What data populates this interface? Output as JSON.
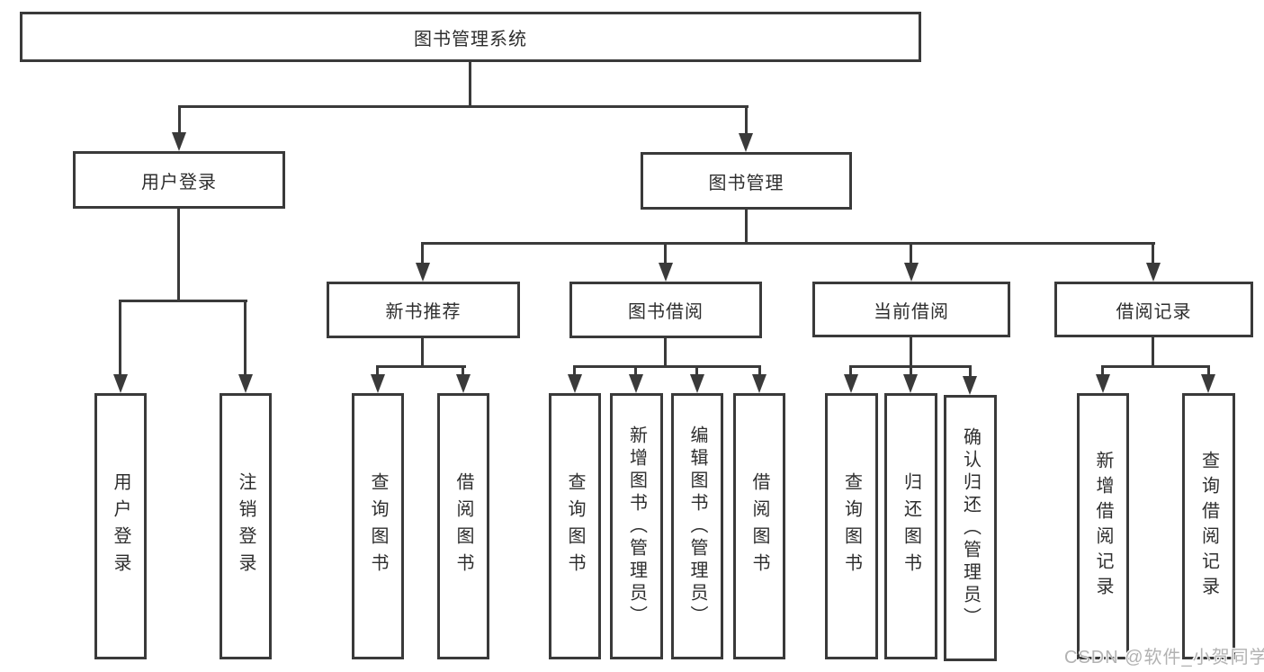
{
  "diagram": {
    "title": "图书管理系统",
    "colors": {
      "line": "#3a3a3a",
      "border": "#3a3a3a",
      "text": "#2e2e2e",
      "background": "#ffffff",
      "watermark": "#b2b2b2"
    },
    "root": {
      "label": "图书管理系统"
    },
    "level2": {
      "user_login": {
        "label": "用户登录"
      },
      "book_management": {
        "label": "图书管理"
      }
    },
    "level3": {
      "new_book_recommend": {
        "label": "新书推荐"
      },
      "book_borrowing": {
        "label": "图书借阅"
      },
      "current_borrowing": {
        "label": "当前借阅"
      },
      "borrowing_records": {
        "label": "借阅记录"
      }
    },
    "leaves": {
      "user_login": [
        "用户登录",
        "注销登录"
      ],
      "new_book_recommend": [
        "查询图书",
        "借阅图书"
      ],
      "book_borrowing": [
        "查询图书",
        "新增图书（管理员）",
        "编辑图书（管理员）",
        "借阅图书"
      ],
      "current_borrowing": [
        "查询图书",
        "归还图书",
        "确认归还（管理员）"
      ],
      "borrowing_records": [
        "新增借阅记录",
        "查询借阅记录"
      ]
    },
    "watermark": "CSDN @软件_小贺同学"
  }
}
